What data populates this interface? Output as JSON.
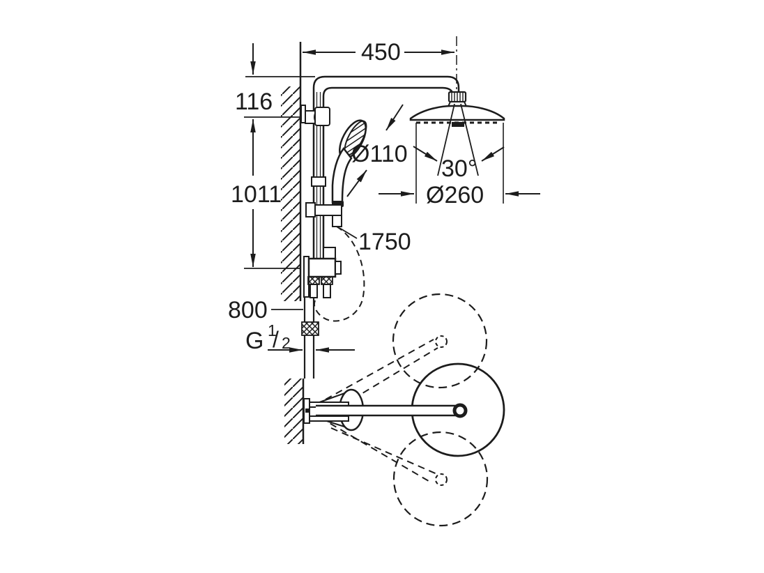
{
  "drawing": {
    "title": "Shower system technical dimension drawing",
    "type": "technical-dimension-drawing",
    "views": {
      "top": "side elevation of wall-mounted shower system",
      "bottom": "plan view showing swivel range of shower arm"
    },
    "colors": {
      "line": "#1c1c1c",
      "background": "#ffffff"
    },
    "dimensions": {
      "arm_reach": "450",
      "top_offset": "116",
      "rail_height": "1011",
      "hand_shower_diameter": "Ø110",
      "spray_angle": "30°",
      "head_shower_diameter": "Ø260",
      "hose_length": "1750",
      "supply_height": "800",
      "thread": {
        "g": "G",
        "numerator": "1",
        "slash": "/",
        "denominator": "2"
      }
    }
  }
}
